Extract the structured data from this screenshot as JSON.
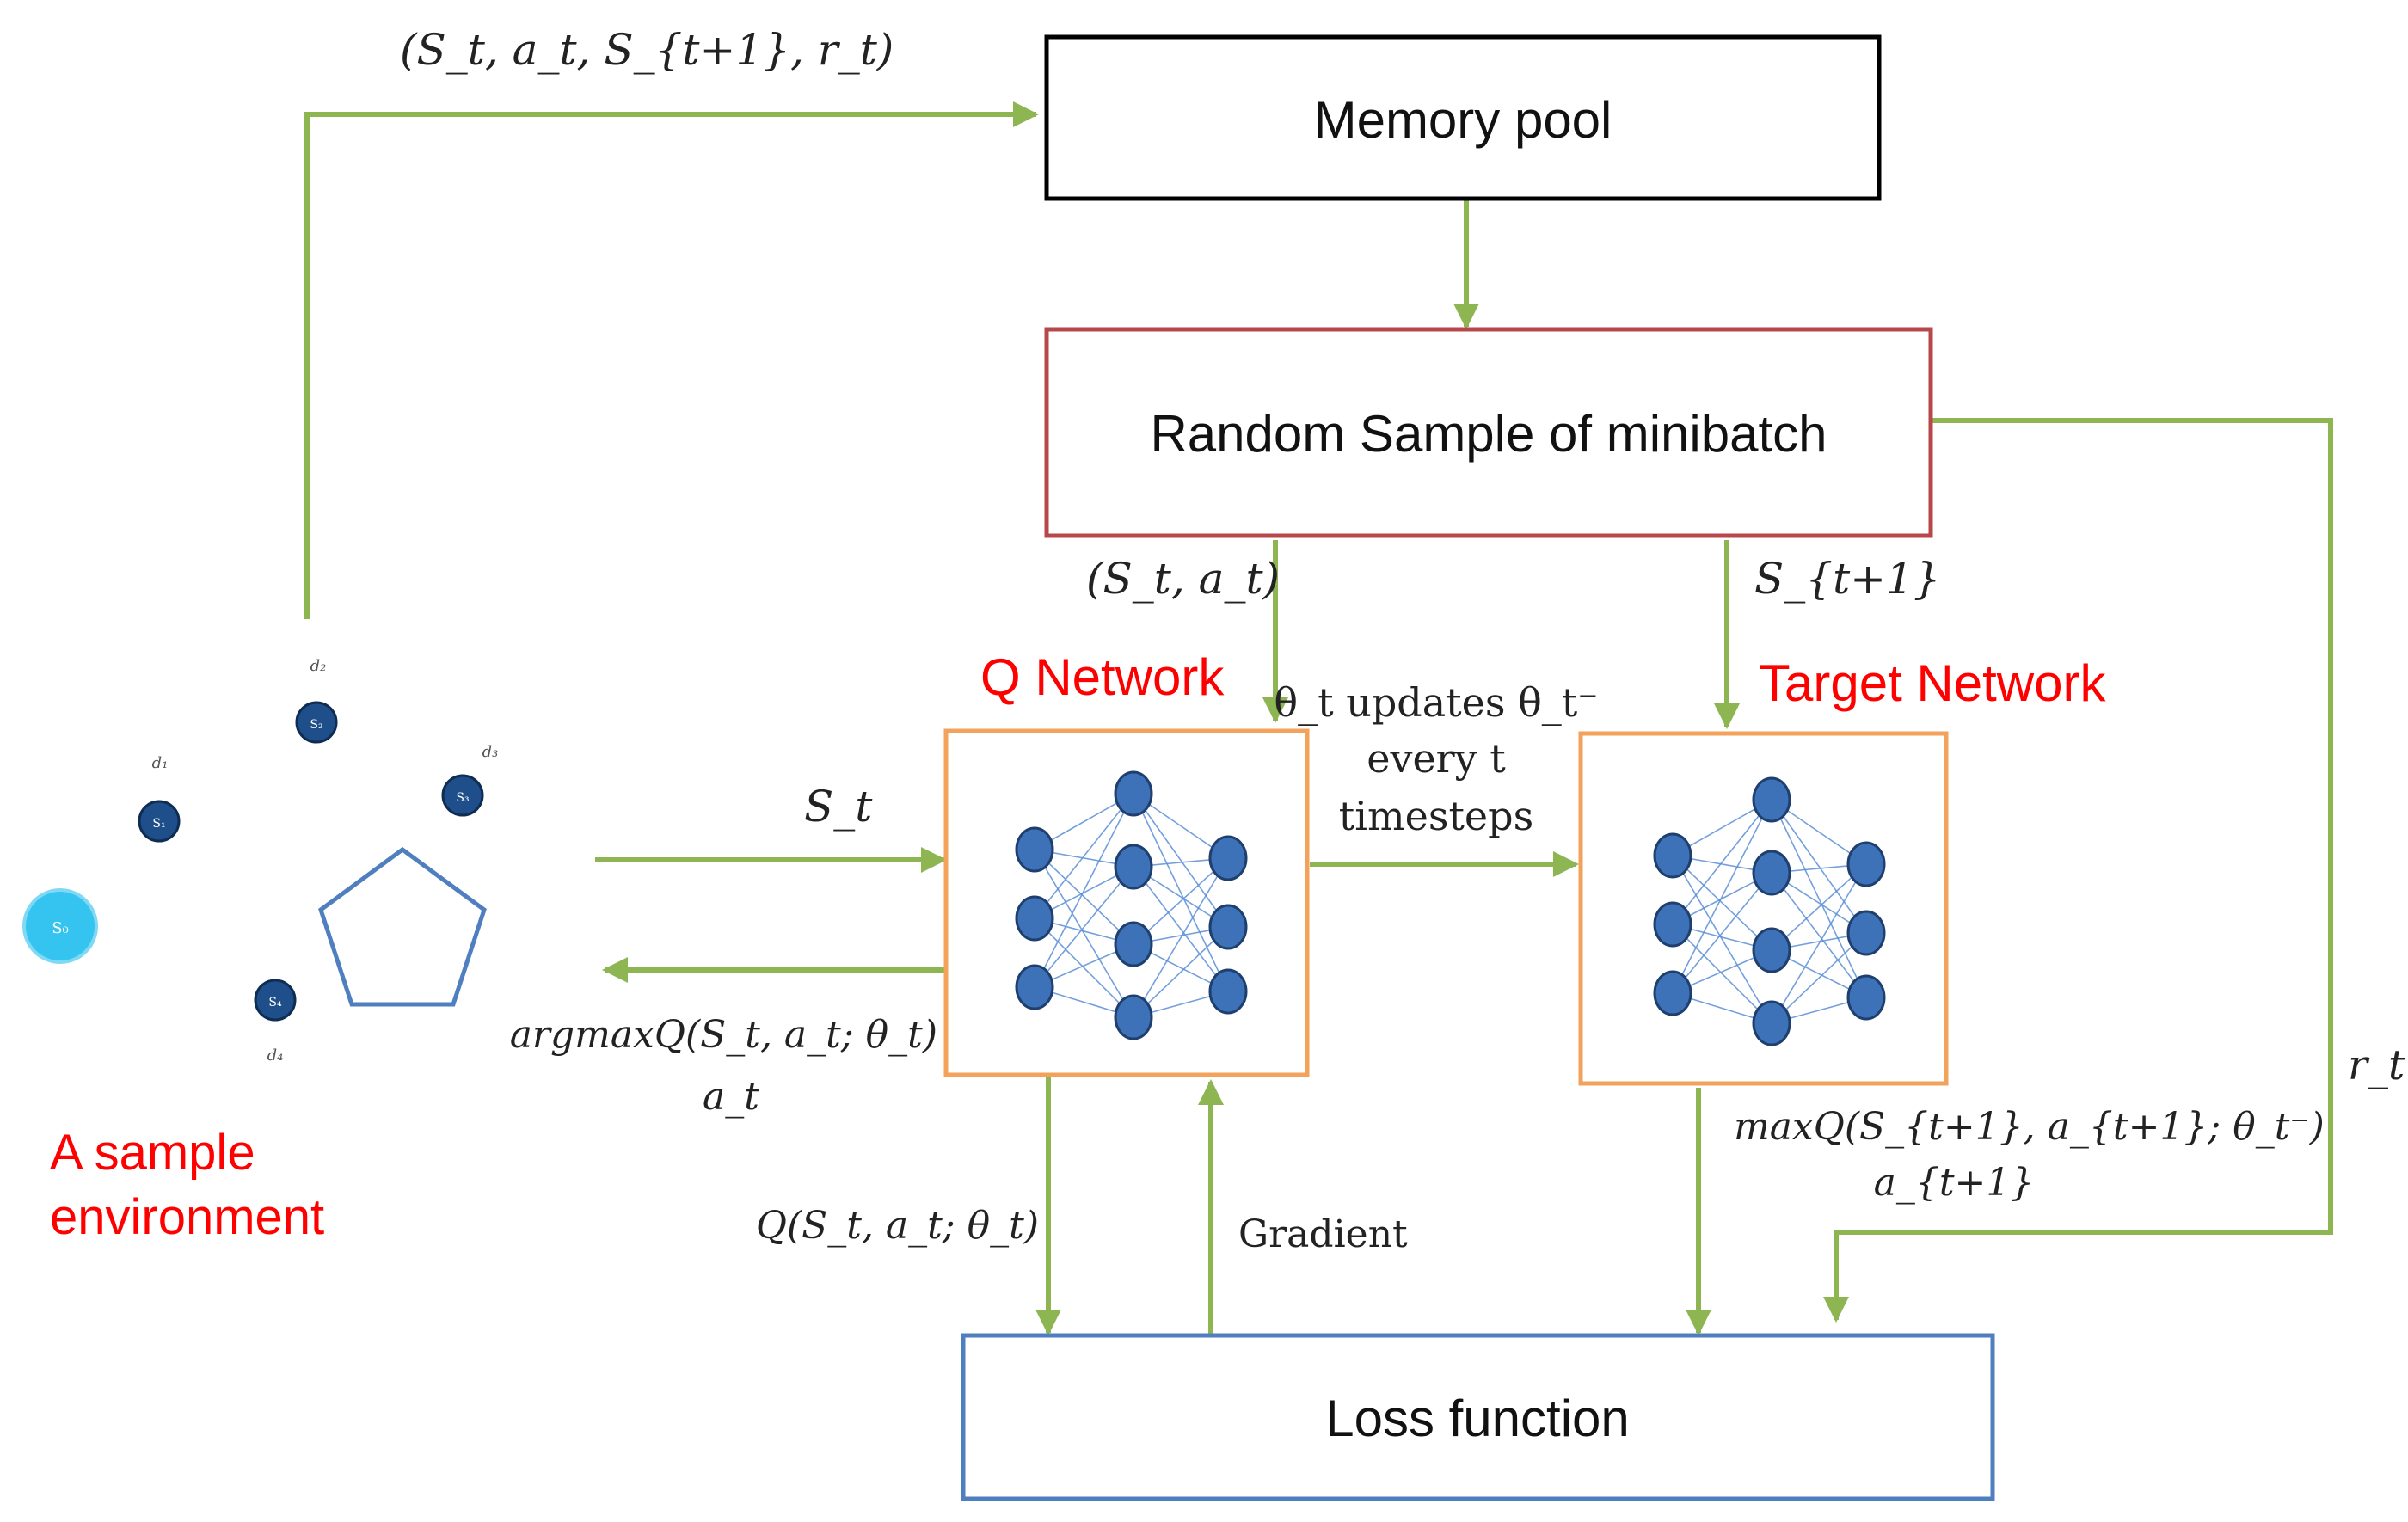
{
  "colors": {
    "flow_arrow": "#8db552",
    "memory_pool_border": "#000000",
    "minibatch_border": "#b8474b",
    "network_border": "#f2a25a",
    "loss_border": "#4f7fbf",
    "red_label": "#ff0000",
    "node_fill": "#3d72b8",
    "agent_node": "#1f4f8a",
    "start_node": "#35c4ef",
    "pentagon": "#4f7fbf"
  },
  "boxes": {
    "memory_pool": "Memory pool",
    "minibatch": "Random Sample of minibatch",
    "loss": "Loss function",
    "q_network": "Q Network",
    "target_network": "Target Network"
  },
  "environment": {
    "label_line1": "A sample",
    "label_line2": "environment",
    "nodes": [
      {
        "id": "S0",
        "kind": "start-node"
      },
      {
        "id": "S1",
        "label": "d1"
      },
      {
        "id": "S2",
        "label": "d2"
      },
      {
        "id": "S3",
        "label": "d3"
      },
      {
        "id": "S4",
        "label": "d4"
      }
    ]
  },
  "icons": {
    "environment_shape": "pentagon-icon",
    "network_graphic": "neural-network-icon"
  },
  "labels": {
    "transition": "(S_t, a_t, S_{t+1}, r_t)",
    "state_action": "(S_t, a_t)",
    "next_state": "S_{t+1}",
    "state": "S_t",
    "argmax_line1": "argmaxQ(S_t, a_t; θ_t)",
    "argmax_line2": "a_t",
    "update_line1": "θ_t updates θ_t⁻",
    "update_line2": "every t",
    "update_line3": "timesteps",
    "q_value": "Q(S_t, a_t; θ_t)",
    "gradient": "Gradient",
    "maxq_line1": "maxQ(S_{t+1}, a_{t+1}; θ_t⁻)",
    "maxq_line2": "a_{t+1}",
    "reward": "r_t"
  }
}
